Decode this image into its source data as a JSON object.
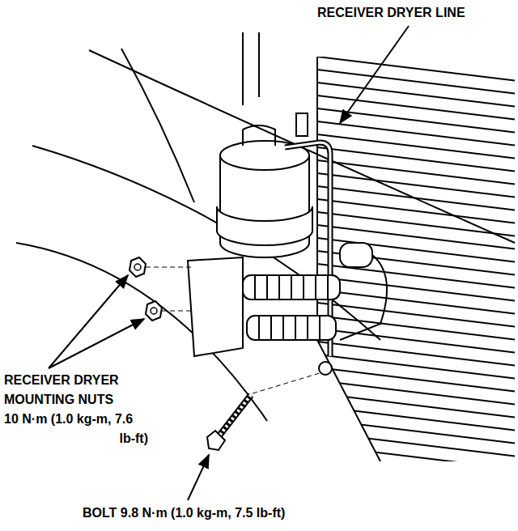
{
  "diagram": {
    "labels": [
      "RECEIVER DRYER LINE",
      "RECEIVER DRYER MOUNTING NUTS",
      "10 N·m (1.0 kg-m, 7.6 lb-ft)",
      "BOLT 9.8 N·m (1.0 kg-m, 7.5 lb-ft)"
    ]
  }
}
